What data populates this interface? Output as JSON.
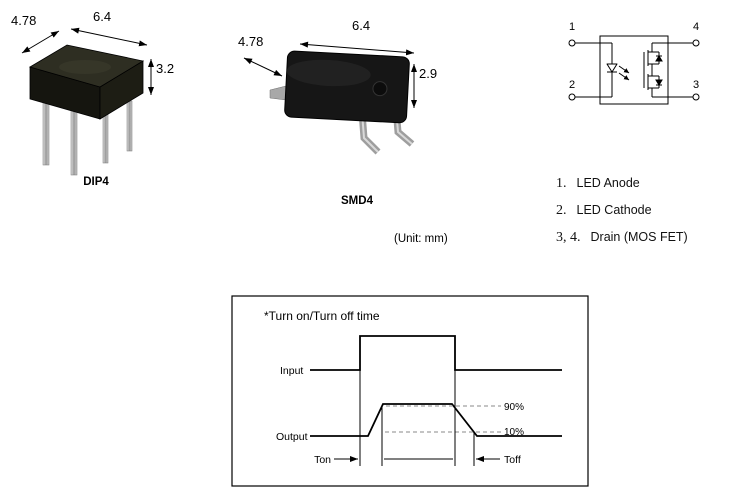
{
  "figure": {
    "unit_note": "(Unit: mm)"
  },
  "packages": {
    "dip4": {
      "label": "DIP4",
      "dim_depth": "4.78",
      "dim_width": "6.4",
      "dim_height": "3.2"
    },
    "smd4": {
      "label": "SMD4",
      "dim_depth": "4.78",
      "dim_width": "6.4",
      "dim_height": "2.9"
    }
  },
  "schematic": {
    "pin1": "1",
    "pin2": "2",
    "pin3": "3",
    "pin4": "4"
  },
  "pin_descriptions": [
    {
      "num": "1.",
      "desc": "LED Anode"
    },
    {
      "num": "2.",
      "desc": "LED Cathode"
    },
    {
      "num": "3, 4.",
      "desc": "Drain (MOS FET)"
    }
  ],
  "timing_diagram": {
    "title": "*Turn on/Turn off time",
    "input_label": "Input",
    "output_label": "Output",
    "high_threshold": "90%",
    "low_threshold": "10%",
    "ton": "Ton",
    "toff": "Toff"
  }
}
